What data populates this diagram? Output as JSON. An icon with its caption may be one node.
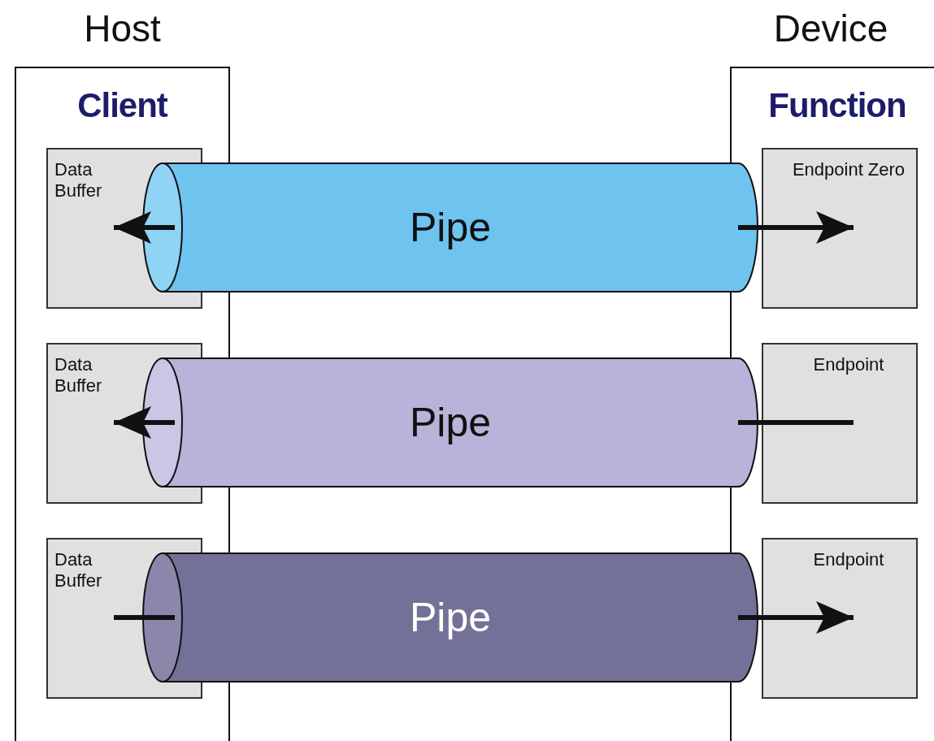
{
  "diagram": {
    "nodes": [
      {
        "text": [
          "Host",
          "Client"
        ]
      },
      {
        "text": [
          "Data Buffer"
        ],
        "in": 0
      },
      {
        "text": [
          "Data Buffer"
        ],
        "in": 0
      },
      {
        "text": [
          "Data Buffer"
        ],
        "in": 0
      },
      {
        "text": [
          "Device",
          "Function"
        ]
      },
      {
        "text": [
          "Endpoint Zero"
        ],
        "in": 4
      },
      {
        "text": [
          "Endpoint"
        ],
        "in": 4
      },
      {
        "text": [
          "Endpoint"
        ],
        "in": 4
      },
      {
        "text": [
          "Pipe"
        ]
      },
      {
        "text": [
          "Pipe"
        ]
      },
      {
        "text": [
          "Pipe"
        ]
      }
    ],
    "edges": [
      {
        "from": 8,
        "to": 1,
        "arrow": "to"
      },
      {
        "from": 8,
        "to": 5,
        "arrow": "to"
      },
      {
        "from": 6,
        "to": 9,
        "arrow": "none"
      },
      {
        "from": 9,
        "to": 2,
        "arrow": "to"
      },
      {
        "from": 3,
        "to": 10,
        "arrow": "none"
      },
      {
        "from": 10,
        "to": 7,
        "arrow": "to"
      }
    ]
  }
}
